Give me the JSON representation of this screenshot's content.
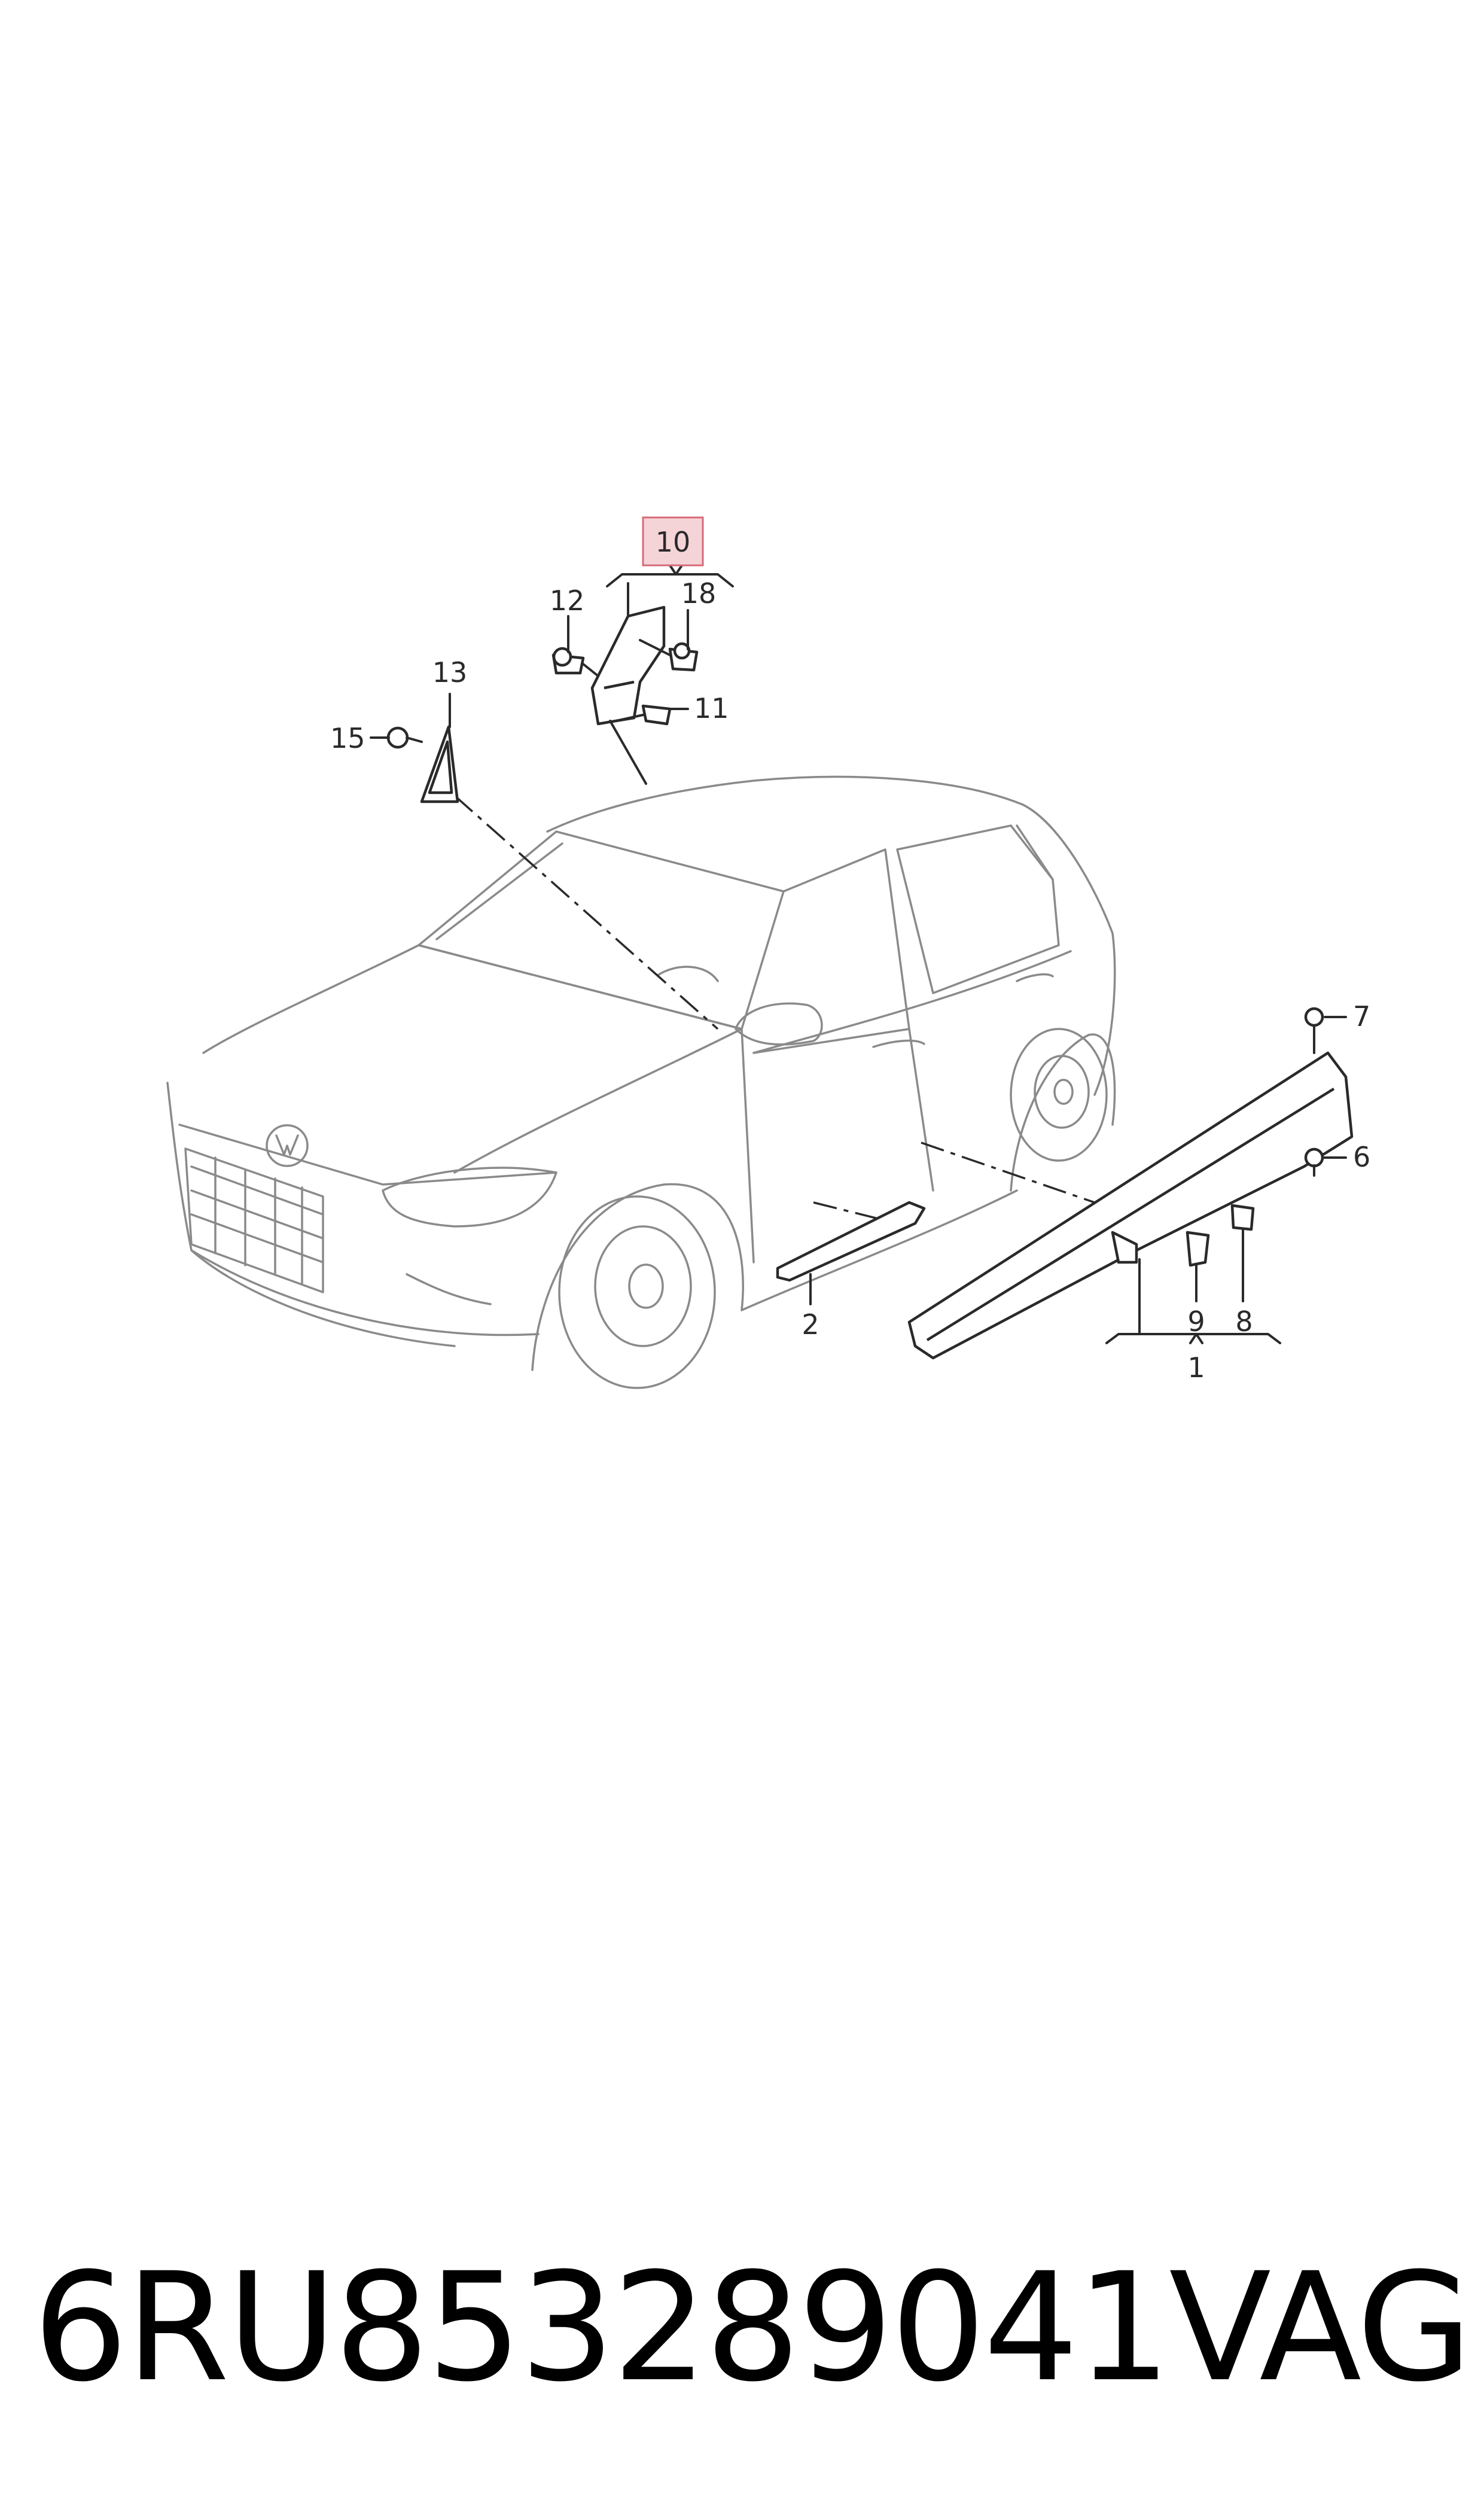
{
  "callouts": {
    "c1": "1",
    "c2": "2",
    "c6": "6",
    "c7": "7",
    "c8": "8",
    "c9": "9",
    "c10": "10",
    "c11": "11",
    "c12": "12",
    "c13": "13",
    "c15": "15",
    "c18": "18"
  },
  "highlighted_callout": "10",
  "colors": {
    "highlight_fill": "#f5d4d8",
    "highlight_stroke": "#d86a78",
    "line": "#2a2a2a",
    "car_outline": "#8a8a8a"
  },
  "footer": {
    "part_number": "6RU853289041",
    "brand": "VAG"
  }
}
